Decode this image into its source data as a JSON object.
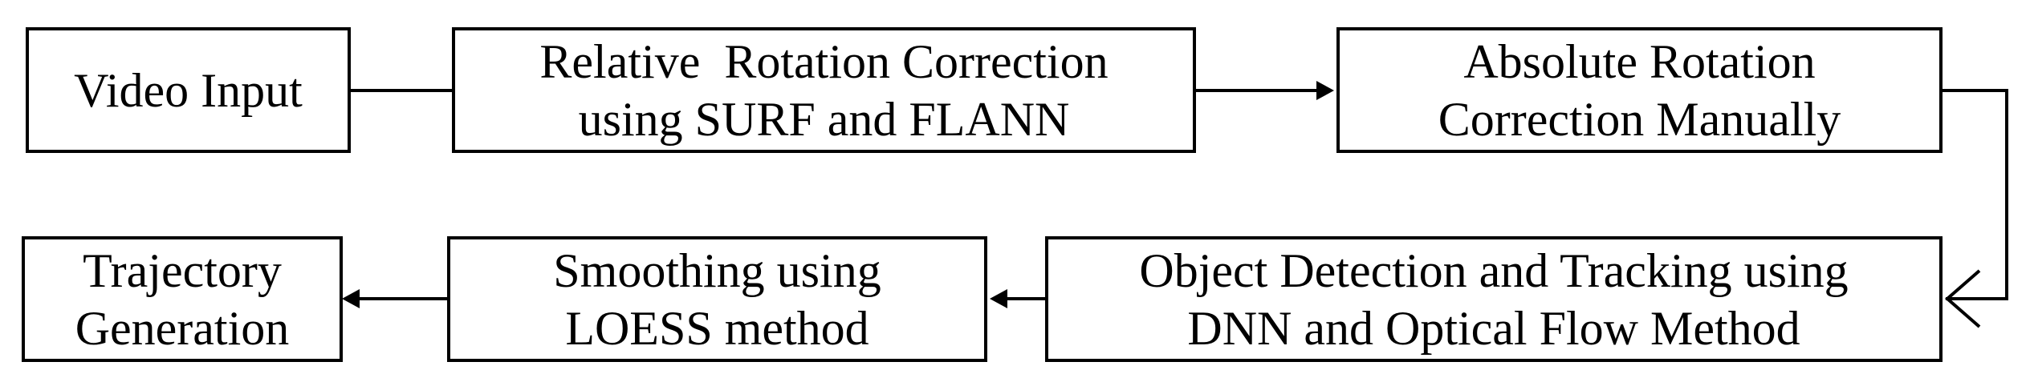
{
  "diagram": {
    "nodes": [
      {
        "id": "video-input",
        "lines": [
          "Video Input"
        ]
      },
      {
        "id": "relative-rotation",
        "lines": [
          "Relative  Rotation Correction",
          "using SURF and FLANN"
        ]
      },
      {
        "id": "absolute-rotation",
        "lines": [
          "Absolute Rotation",
          "Correction Manually"
        ]
      },
      {
        "id": "object-detection",
        "lines": [
          "Object Detection and Tracking using",
          "DNN and Optical Flow Method"
        ]
      },
      {
        "id": "smoothing",
        "lines": [
          "Smoothing using",
          "LOESS method"
        ]
      },
      {
        "id": "trajectory",
        "lines": [
          "Trajectory",
          "Generation"
        ]
      }
    ],
    "edges": [
      {
        "from": "video-input",
        "to": "relative-rotation"
      },
      {
        "from": "relative-rotation",
        "to": "absolute-rotation"
      },
      {
        "from": "absolute-rotation",
        "to": "object-detection"
      },
      {
        "from": "object-detection",
        "to": "smoothing"
      },
      {
        "from": "smoothing",
        "to": "trajectory"
      }
    ]
  }
}
